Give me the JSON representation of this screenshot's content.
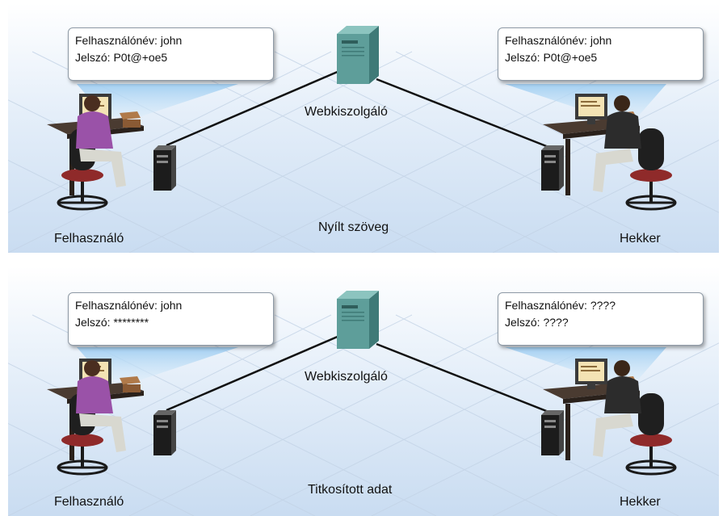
{
  "panels": [
    {
      "user_box": {
        "line1": "Felhasználónév: john",
        "line2": "Jelszó: P0t@+oe5"
      },
      "hacker_box": {
        "line1": "Felhasználónév: john",
        "line2": "Jelszó: P0t@+oe5"
      },
      "server_label": "Webkiszolgáló",
      "mode_label": "Nyílt szöveg",
      "user_label": "Felhasználó",
      "hacker_label": "Hekker"
    },
    {
      "user_box": {
        "line1": "Felhasználónév: john",
        "line2": "Jelszó: ********"
      },
      "hacker_box": {
        "line1": "Felhasználónév: ????",
        "line2": "Jelszó: ????"
      },
      "server_label": "Webkiszolgáló",
      "mode_label": "Titkosított adat",
      "user_label": "Felhasználó",
      "hacker_label": "Hekker"
    }
  ],
  "colors": {
    "server": "#5e9e9a",
    "user_shirt": "#9a52a8",
    "hacker_shirt": "#2c2c2c",
    "desk": "#3a2f28",
    "beam": "#a7d2f2",
    "monitor_screen": "#f3e3b4"
  }
}
